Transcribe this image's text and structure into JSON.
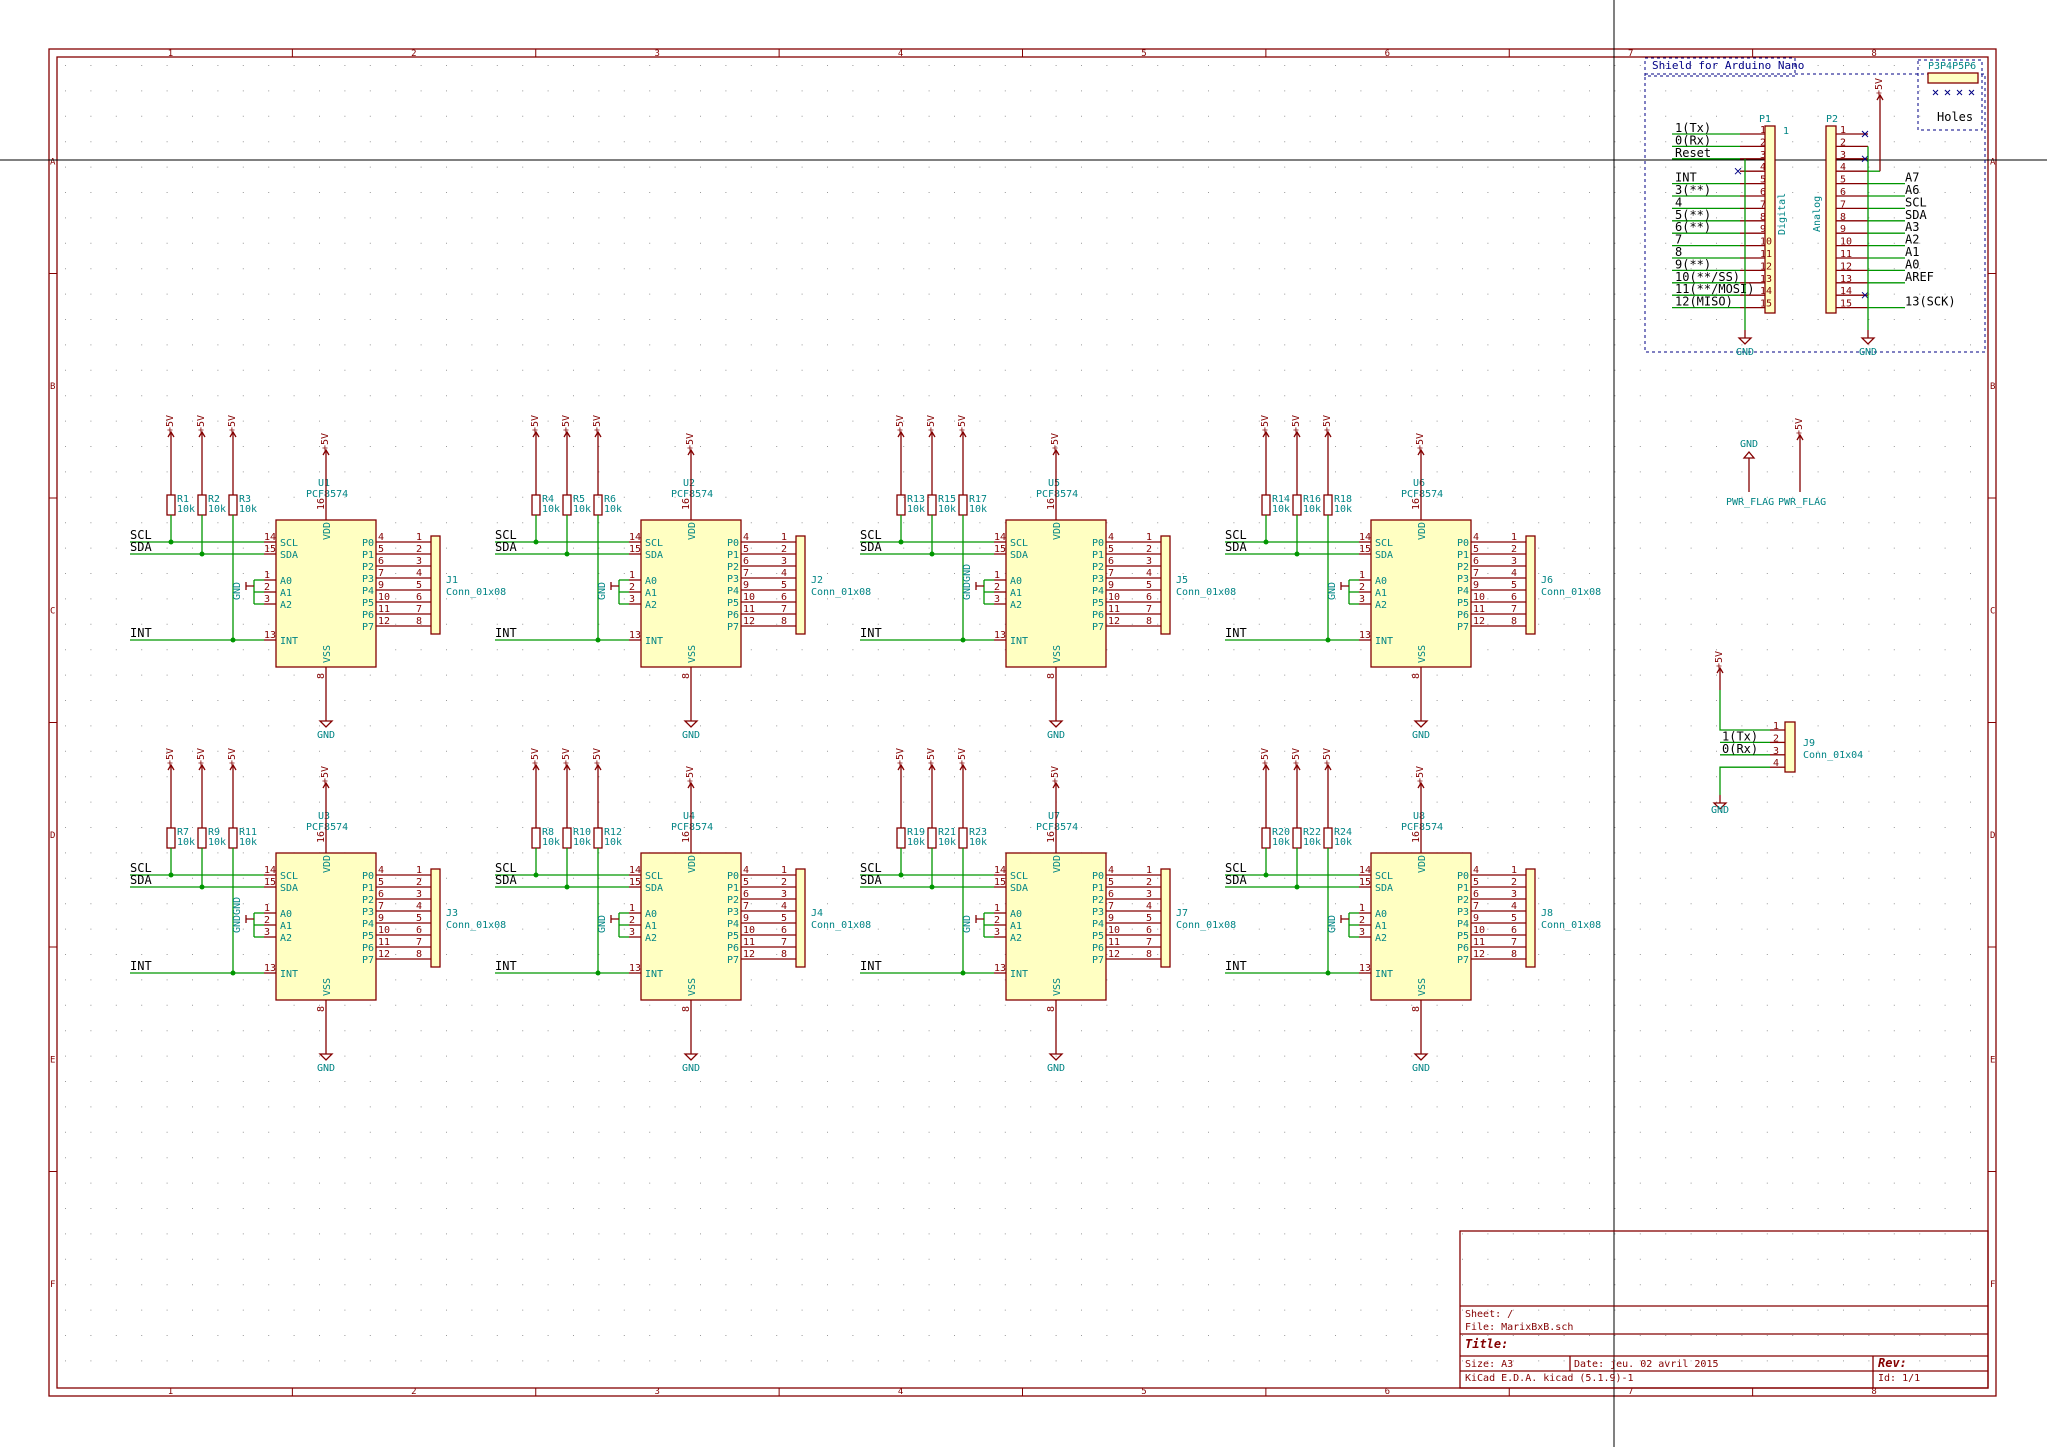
{
  "sheet_frame": {
    "columns": [
      "1",
      "2",
      "3",
      "4",
      "5",
      "6",
      "7",
      "8"
    ],
    "rows": [
      "A",
      "B",
      "C",
      "D",
      "E",
      "F"
    ]
  },
  "title_block": {
    "sheet": "Sheet: /",
    "file": "File: MarixBxB.sch",
    "title": "Title:",
    "size": "Size: A3",
    "date": "Date: jeu. 02 avril 2015",
    "rev": "Rev:",
    "tool": "KiCad E.D.A.  kicad (5.1.9)-1",
    "id": "Id: 1/1"
  },
  "net_labels": {
    "scl": "SCL",
    "sda": "SDA",
    "int": "INT"
  },
  "power": {
    "vcc": "+5V",
    "gnd": "GND",
    "pwr_flag": "PWR_FLAG"
  },
  "ic": {
    "value": "PCF8574",
    "left_pins": [
      {
        "num": "14",
        "name": "SCL"
      },
      {
        "num": "15",
        "name": "SDA"
      },
      {
        "num": "1",
        "name": "A0"
      },
      {
        "num": "2",
        "name": "A1"
      },
      {
        "num": "3",
        "name": "A2"
      },
      {
        "num": "13",
        "name": "INT"
      }
    ],
    "right_pins": [
      {
        "num": "4",
        "name": "P0"
      },
      {
        "num": "5",
        "name": "P1"
      },
      {
        "num": "6",
        "name": "P2"
      },
      {
        "num": "7",
        "name": "P3"
      },
      {
        "num": "9",
        "name": "P4"
      },
      {
        "num": "10",
        "name": "P5"
      },
      {
        "num": "11",
        "name": "P6"
      },
      {
        "num": "12",
        "name": "P7"
      }
    ],
    "top_pin": {
      "num": "16",
      "name": "VDD"
    },
    "bottom_pin": {
      "num": "8",
      "name": "VSS"
    }
  },
  "connector_pins": [
    "1",
    "2",
    "3",
    "4",
    "5",
    "6",
    "7",
    "8"
  ],
  "resistor_value": "10k",
  "modules": [
    {
      "ic": "U1",
      "conn": "J1",
      "conn_value": "Conn_01x08",
      "res": [
        "R1",
        "R2",
        "R3"
      ],
      "addr_gnd": "GND"
    },
    {
      "ic": "U2",
      "conn": "J2",
      "conn_value": "Conn_01x08",
      "res": [
        "R4",
        "R5",
        "R6"
      ],
      "addr_gnd": "GND"
    },
    {
      "ic": "U5",
      "conn": "J5",
      "conn_value": "Conn_01x08",
      "res": [
        "R13",
        "R15",
        "R17"
      ],
      "addr_gnd": "GNDGND"
    },
    {
      "ic": "U6",
      "conn": "J6",
      "conn_value": "Conn_01x08",
      "res": [
        "R14",
        "R16",
        "R18"
      ],
      "addr_gnd": "GND"
    },
    {
      "ic": "U3",
      "conn": "J3",
      "conn_value": "Conn_01x08",
      "res": [
        "R7",
        "R9",
        "R11"
      ],
      "addr_gnd": "GNDGND"
    },
    {
      "ic": "U4",
      "conn": "J4",
      "conn_value": "Conn_01x08",
      "res": [
        "R8",
        "R10",
        "R12"
      ],
      "addr_gnd": "GND"
    },
    {
      "ic": "U7",
      "conn": "J7",
      "conn_value": "Conn_01x08",
      "res": [
        "R19",
        "R21",
        "R23"
      ],
      "addr_gnd": "GND"
    },
    {
      "ic": "U8",
      "conn": "J8",
      "conn_value": "Conn_01x08",
      "res": [
        "R20",
        "R22",
        "R24"
      ],
      "addr_gnd": "GND"
    }
  ],
  "shield": {
    "title": "Shield for Arduino Nano",
    "p1_ref": "P1",
    "p1_tag": "1",
    "p1_value": "Digital",
    "p2_ref": "P2",
    "p2_value": "Analog",
    "p1_labels": [
      "1(Tx)",
      "0(Rx)",
      "Reset",
      "",
      "INT",
      "3(**)",
      "4",
      "5(**)",
      "6(**)",
      "7",
      "8",
      "9(**)",
      "10(**/SS)",
      "11(**/MOSI)",
      "12(MISO)"
    ],
    "p2_labels": [
      "",
      "",
      "",
      "",
      "A7",
      "A6",
      "SCL",
      "SDA",
      "A3",
      "A2",
      "A1",
      "A0",
      "AREF",
      "",
      "13(SCK)"
    ],
    "holes_refs": "P3P4P5P6",
    "holes_label": "Holes"
  },
  "j9": {
    "ref": "J9",
    "value": "Conn_01x04",
    "labels": [
      "1(Tx)",
      "0(Rx)"
    ],
    "pins": [
      "1",
      "2",
      "3",
      "4"
    ]
  }
}
